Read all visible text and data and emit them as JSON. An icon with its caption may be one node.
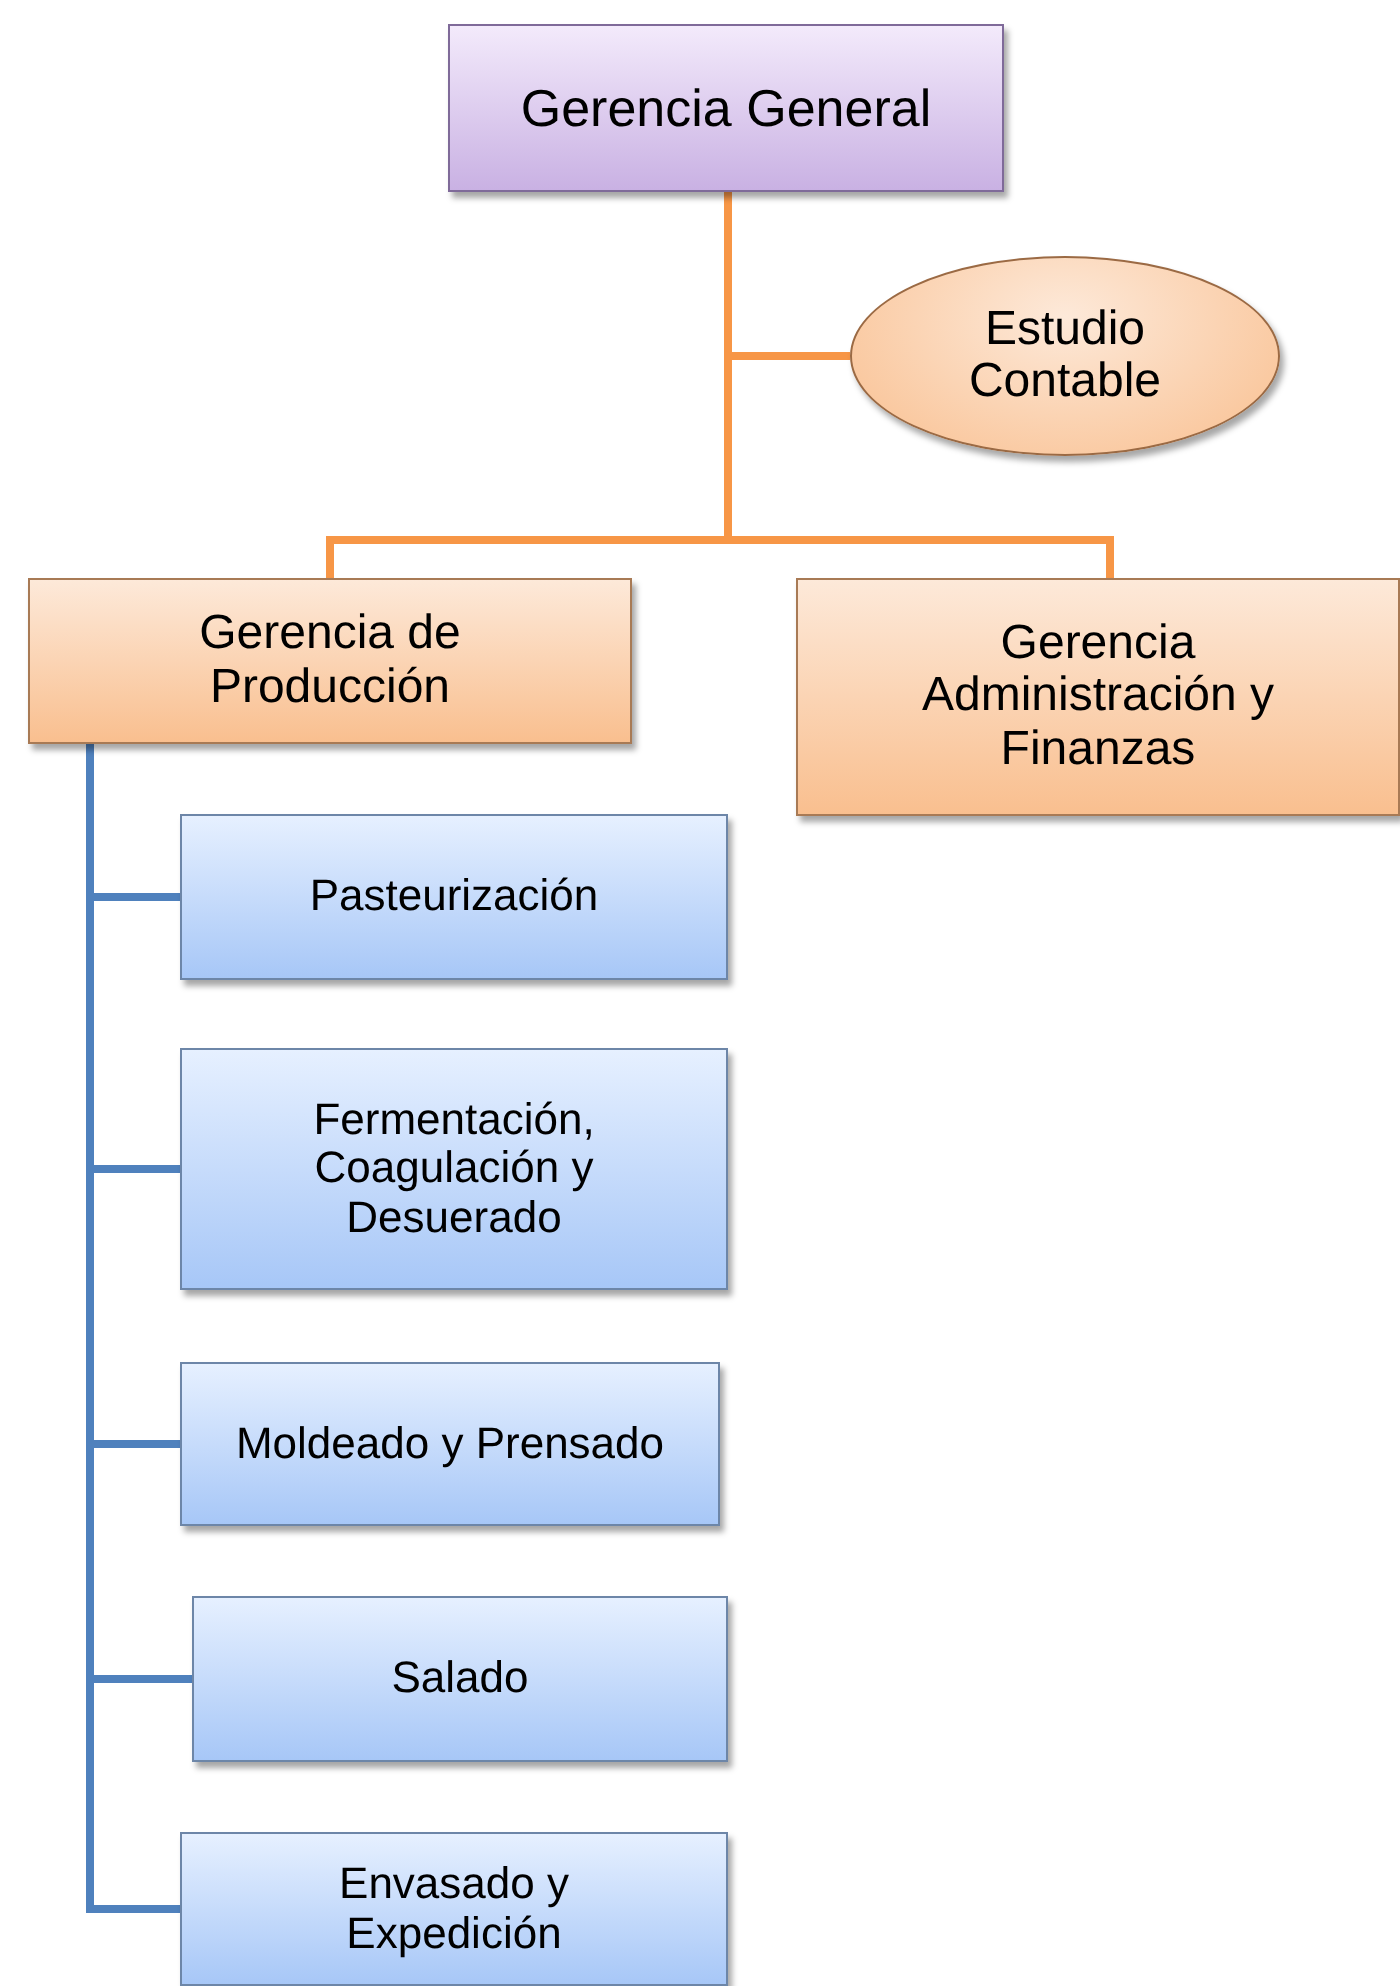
{
  "diagram": {
    "nodes": [
      {
        "text": [
          "Gerencia General"
        ]
      },
      {
        "text": [
          "Estudio Contable"
        ]
      },
      {
        "text": [
          "Gerencia de Producción"
        ]
      },
      {
        "text": [
          "Gerencia Administración y Finanzas"
        ]
      },
      {
        "text": [
          "Pasteurización"
        ]
      },
      {
        "text": [
          "Fermentación, Coagulación y Desuerado"
        ]
      },
      {
        "text": [
          "Moldeado y Prensado"
        ]
      },
      {
        "text": [
          "Salado"
        ]
      },
      {
        "text": [
          "Envasado y Expedición"
        ]
      }
    ],
    "edges": [
      {
        "from": 0,
        "to": 1,
        "arrow": "none",
        "color": "#f79646"
      },
      {
        "from": 0,
        "to": 2,
        "arrow": "none",
        "color": "#f79646"
      },
      {
        "from": 0,
        "to": 3,
        "arrow": "none",
        "color": "#f79646"
      },
      {
        "from": 2,
        "to": 4,
        "arrow": "none"
      },
      {
        "from": 2,
        "to": 5,
        "arrow": "none"
      },
      {
        "from": 2,
        "to": 6,
        "arrow": "none"
      },
      {
        "from": 2,
        "to": 7,
        "arrow": "none"
      },
      {
        "from": 2,
        "to": 8,
        "arrow": "none"
      }
    ]
  }
}
